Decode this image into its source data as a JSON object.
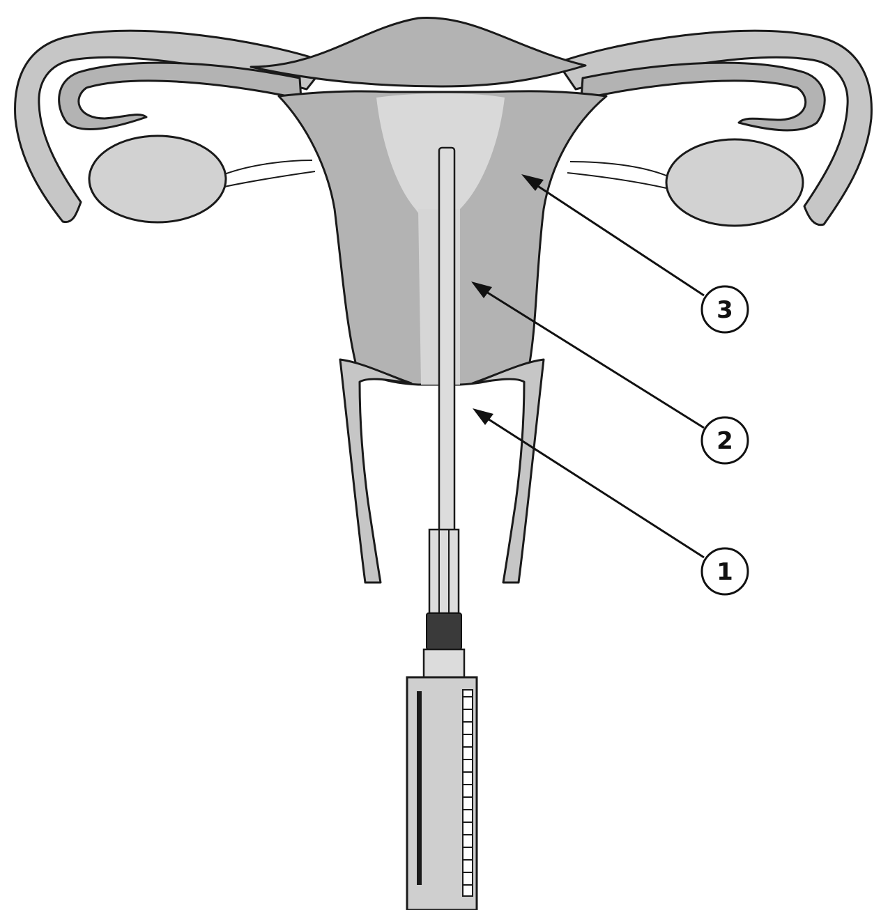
{
  "callouts": [
    {
      "id": "callout-1",
      "label": "1"
    },
    {
      "id": "callout-2",
      "label": "2"
    },
    {
      "id": "callout-3",
      "label": "3"
    }
  ]
}
